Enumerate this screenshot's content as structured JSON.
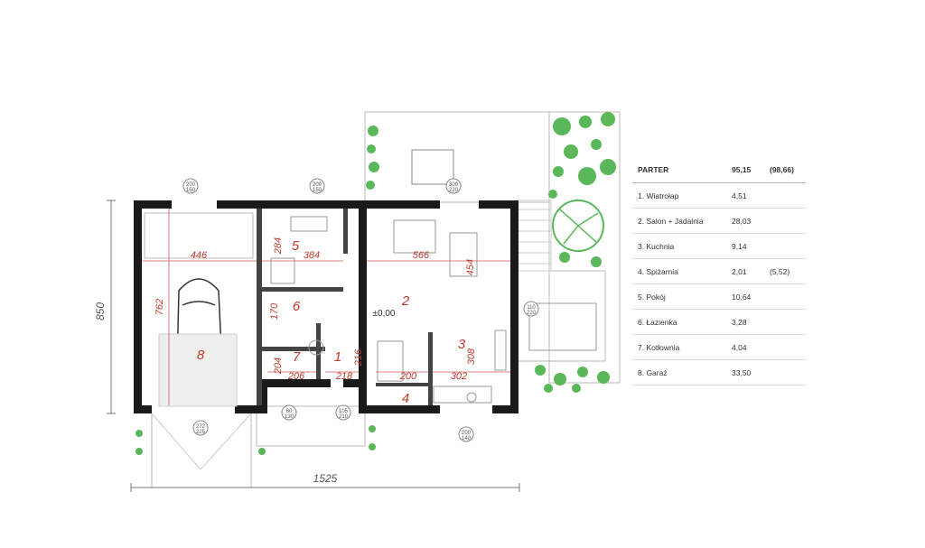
{
  "overall_dims": {
    "width": "1525",
    "depth": "850"
  },
  "level_mark": "±0,00",
  "rooms": [
    {
      "num": "1",
      "name": "Wiatrołap",
      "area": "4,51",
      "extra": ""
    },
    {
      "num": "2",
      "name": "Salon + Jadalnia",
      "area": "28,03",
      "extra": ""
    },
    {
      "num": "3",
      "name": "Kuchnia",
      "area": "9,14",
      "extra": ""
    },
    {
      "num": "4",
      "name": "Spiżarnia",
      "area": "2,01",
      "extra": "(5,52)"
    },
    {
      "num": "5",
      "name": "Pokój",
      "area": "10,64",
      "extra": ""
    },
    {
      "num": "6",
      "name": "Łazienka",
      "area": "3,28",
      "extra": ""
    },
    {
      "num": "7",
      "name": "Kotłownia",
      "area": "4,04",
      "extra": ""
    },
    {
      "num": "8",
      "name": "Garaż",
      "area": "33,50",
      "extra": ""
    }
  ],
  "legend": {
    "title": "PARTER",
    "total": "95,15",
    "total_extra": "(98,66)"
  },
  "room_dims": {
    "garage_w": "446",
    "garage_d": "762",
    "room5_w": "384",
    "room5_d": "284",
    "salon_w": "566",
    "salon_d": "454",
    "bath_d": "170",
    "boiler_w": "206",
    "boiler_d": "204",
    "hall_w": "218",
    "hall_d": "216",
    "pantry_w": "200",
    "kitchen_w": "302",
    "kitchen_d": "308"
  },
  "openings": {
    "garage_win1": "200\n150",
    "garage_win2": "200\n150",
    "terrace_door": "300\n220",
    "side_win": "110\n220",
    "small_win": "80\n130",
    "entry_door": "105\n210",
    "kitchen_win": "200\n140",
    "garage_door": "272\n225"
  }
}
